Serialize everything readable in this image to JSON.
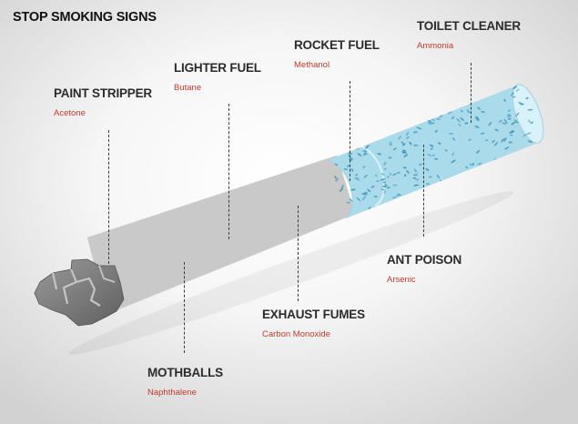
{
  "title": "STOP SMOKING SIGNS",
  "colors": {
    "label_accent": "#c0392b",
    "filter_blue": "#bfe6f2",
    "filter_dots": "#3b8fb5",
    "paper": "#eeeeee",
    "ash": "#7c7c7c"
  },
  "labels": [
    {
      "id": "paint-stripper",
      "name": "PAINT STRIPPER",
      "chemical": "Acetone"
    },
    {
      "id": "lighter-fuel",
      "name": "LIGHTER FUEL",
      "chemical": "Butane"
    },
    {
      "id": "rocket-fuel",
      "name": "ROCKET FUEL",
      "chemical": "Methanol"
    },
    {
      "id": "toilet-cleaner",
      "name": "TOILET CLEANER",
      "chemical": "Ammonia"
    },
    {
      "id": "ant-poison",
      "name": "ANT POISON",
      "chemical": "Arsenic"
    },
    {
      "id": "exhaust-fumes",
      "name": "EXHAUST FUMES",
      "chemical": "Carbon Monoxide"
    },
    {
      "id": "mothballs",
      "name": "MOTHBALLS",
      "chemical": "Naphthalene"
    }
  ]
}
